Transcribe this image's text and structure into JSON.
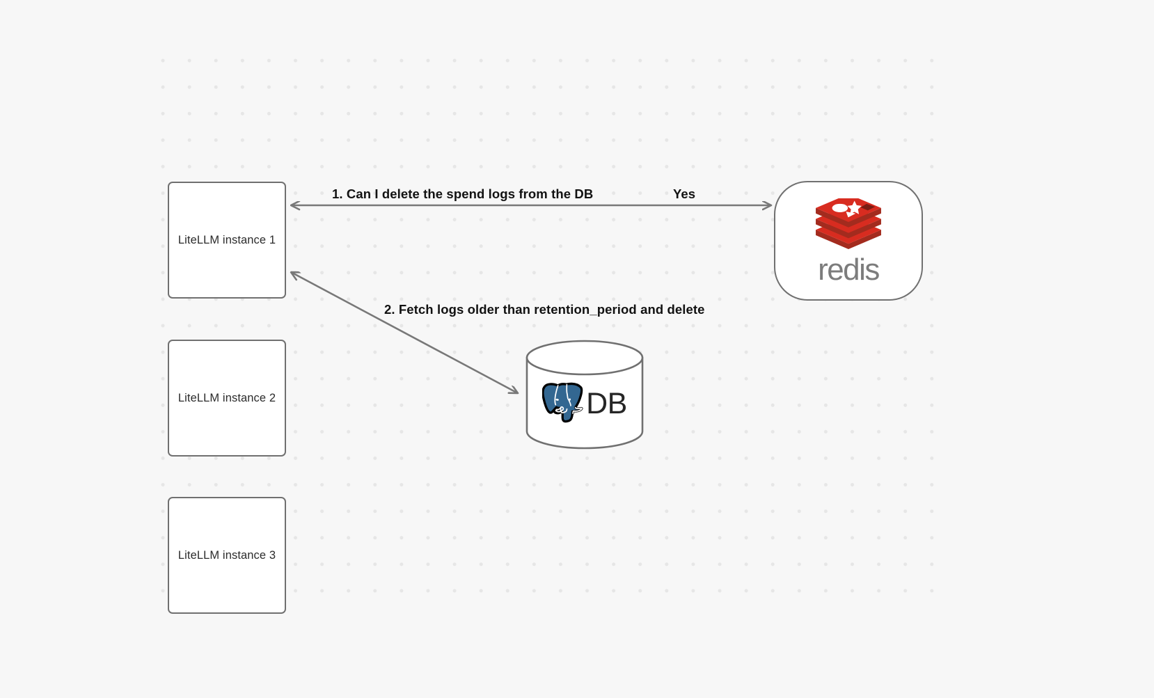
{
  "diagram": {
    "title": "LiteLLM spend-log retention flow",
    "background_color": "#f7f7f7",
    "dot_grid_color": "#e6e6e6",
    "node_border_color": "#707070",
    "edge_color": "#787878",
    "nodes": [
      {
        "id": "litellm-1",
        "label": "LiteLLM instance 1",
        "shape": "rounded-rect"
      },
      {
        "id": "litellm-2",
        "label": "LiteLLM instance 2",
        "shape": "rounded-rect"
      },
      {
        "id": "litellm-3",
        "label": "LiteLLM instance 3",
        "shape": "rounded-rect"
      },
      {
        "id": "redis",
        "label": "redis",
        "shape": "stadium",
        "icon": "redis-logo-icon",
        "accent": "#d82c20"
      },
      {
        "id": "db",
        "label": "DB",
        "shape": "cylinder",
        "icon": "postgresql-elephant-icon",
        "accent": "#336791"
      }
    ],
    "edges": [
      {
        "id": "edge-1",
        "from": "litellm-1",
        "to": "redis",
        "label": "1.  Can I delete the spend logs from the DB",
        "reply_label": "Yes",
        "direction": "bidirectional"
      },
      {
        "id": "edge-2",
        "from": "litellm-1",
        "to": "db",
        "label": "2.  Fetch logs older than retention_period and delete",
        "direction": "bidirectional"
      }
    ]
  }
}
